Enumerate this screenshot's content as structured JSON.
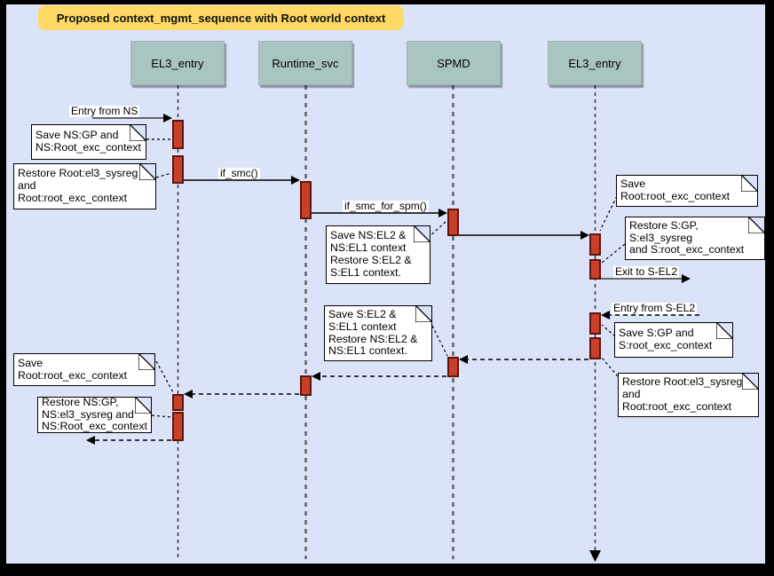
{
  "title": "Proposed context_mgmt_sequence with Root world context",
  "participants": [
    {
      "label": "EL3_entry"
    },
    {
      "label": "Runtime_svc"
    },
    {
      "label": "SPMD"
    },
    {
      "label": "EL3_entry"
    }
  ],
  "messages": {
    "entry_from_ns": "Entry from NS",
    "if_smc": "if_smc()",
    "if_smc_for_spm": "if_smc_for_spm()",
    "exit_to_sel2": "Exit to S-EL2",
    "entry_from_sel2": "Entry from S-EL2"
  },
  "notes": [
    {
      "id": "save-ns-gp",
      "text": "Save NS:GP and\nNS:Root_exc_context"
    },
    {
      "id": "restore-root-left",
      "text": "Restore Root:el3_sysreg\nand\nRoot:root_exc_context"
    },
    {
      "id": "save-root-exc-right",
      "text": "Save Root:root_exc_context"
    },
    {
      "id": "save-ns-el2",
      "text": "Save NS:EL2 &\nNS:EL1 context\nRestore S:EL2 &\nS:EL1 context."
    },
    {
      "id": "restore-s-gp",
      "text": "Restore S:GP, S:el3_sysreg\nand S:root_exc_context"
    },
    {
      "id": "save-s-el2",
      "text": "Save S:EL2 &\nS:EL1 context\nRestore NS:EL2 &\nNS:EL1 context."
    },
    {
      "id": "save-s-gp",
      "text": "Save S:GP and\nS:root_exc_context"
    },
    {
      "id": "save-root-exc-left",
      "text": "Save Root:root_exc_context"
    },
    {
      "id": "restore-root-right",
      "text": "Restore Root:el3_sysreg\nand\nRoot:root_exc_context"
    },
    {
      "id": "restore-ns-gp",
      "text": "Restore NS:GP,\nNS:el3_sysreg and\nNS:Root_exc_context"
    }
  ],
  "colors": {
    "background": "#dbe3f8",
    "frame": "#000000",
    "title_bg": "#ffd966",
    "participant_fill": "#a9c5c1",
    "activation_fill": "#c8402a",
    "activation_border": "#5f130c",
    "note_bg": "#ffffff",
    "entry_exit_line": "#666666"
  }
}
